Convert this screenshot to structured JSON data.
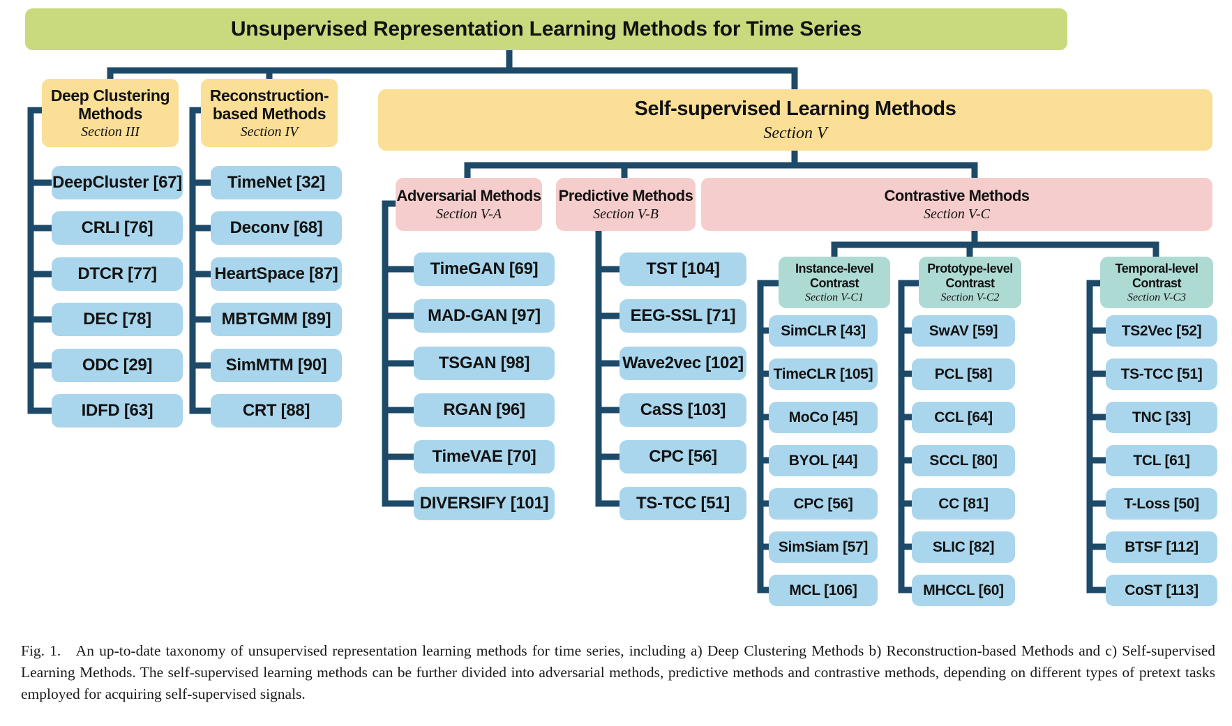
{
  "title": "Unsupervised Representation Learning Methods for Time Series",
  "caption": "Fig. 1.   An up-to-date taxonomy of unsupervised representation learning methods for time series, including a) Deep Clustering Methods b) Reconstruction-based Methods and c) Self-supervised Learning Methods. The self-supervised learning methods can be further divided into adversarial methods, predictive methods and contrastive methods, depending on different types of pretext tasks employed for acquiring self-supervised signals.",
  "colors": {
    "root_green": "#c8da7d",
    "branch_yellow": "#fbdf97",
    "method_pink": "#f5cdcc",
    "contrast_teal": "#aedad4",
    "leaf_blue": "#a9d6ec",
    "connector_navy": "#1d4a68"
  },
  "branches": {
    "deep": {
      "name": "Deep Clustering Methods",
      "section": "Section III",
      "items": [
        "DeepCluster [67]",
        "CRLI [76]",
        "DTCR [77]",
        "DEC [78]",
        "ODC [29]",
        "IDFD [63]"
      ]
    },
    "recon": {
      "name": "Reconstruction-based Methods",
      "section": "Section IV",
      "items": [
        "TimeNet [32]",
        "Deconv [68]",
        "HeartSpace [87]",
        "MBTGMM [89]",
        "SimMTM [90]",
        "CRT [88]"
      ]
    },
    "ssl": {
      "name": "Self-supervised Learning Methods",
      "section": "Section V",
      "adversarial": {
        "name": "Adversarial Methods",
        "section": "Section V-A",
        "items": [
          "TimeGAN [69]",
          "MAD-GAN [97]",
          "TSGAN [98]",
          "RGAN [96]",
          "TimeVAE [70]",
          "DIVERSIFY [101]"
        ]
      },
      "predictive": {
        "name": "Predictive Methods",
        "section": "Section V-B",
        "items": [
          "TST [104]",
          "EEG-SSL [71]",
          "Wave2vec [102]",
          "CaSS [103]",
          "CPC [56]",
          "TS-TCC [51]"
        ]
      },
      "contrastive": {
        "name": "Contrastive Methods",
        "section": "Section V-C",
        "instance": {
          "name": "Instance-level Contrast",
          "section": "Section V-C1",
          "items": [
            "SimCLR [43]",
            "TimeCLR [105]",
            "MoCo [45]",
            "BYOL [44]",
            "CPC [56]",
            "SimSiam [57]",
            "MCL [106]"
          ]
        },
        "prototype": {
          "name": "Prototype-level Contrast",
          "section": "Section V-C2",
          "items": [
            "SwAV [59]",
            "PCL [58]",
            "CCL [64]",
            "SCCL [80]",
            "CC [81]",
            "SLIC [82]",
            "MHCCL [60]"
          ]
        },
        "temporal": {
          "name": "Temporal-level Contrast",
          "section": "Section V-C3",
          "items": [
            "TS2Vec [52]",
            "TS-TCC [51]",
            "TNC [33]",
            "TCL [61]",
            "T-Loss [50]",
            "BTSF [112]",
            "CoST [113]"
          ]
        }
      }
    }
  }
}
